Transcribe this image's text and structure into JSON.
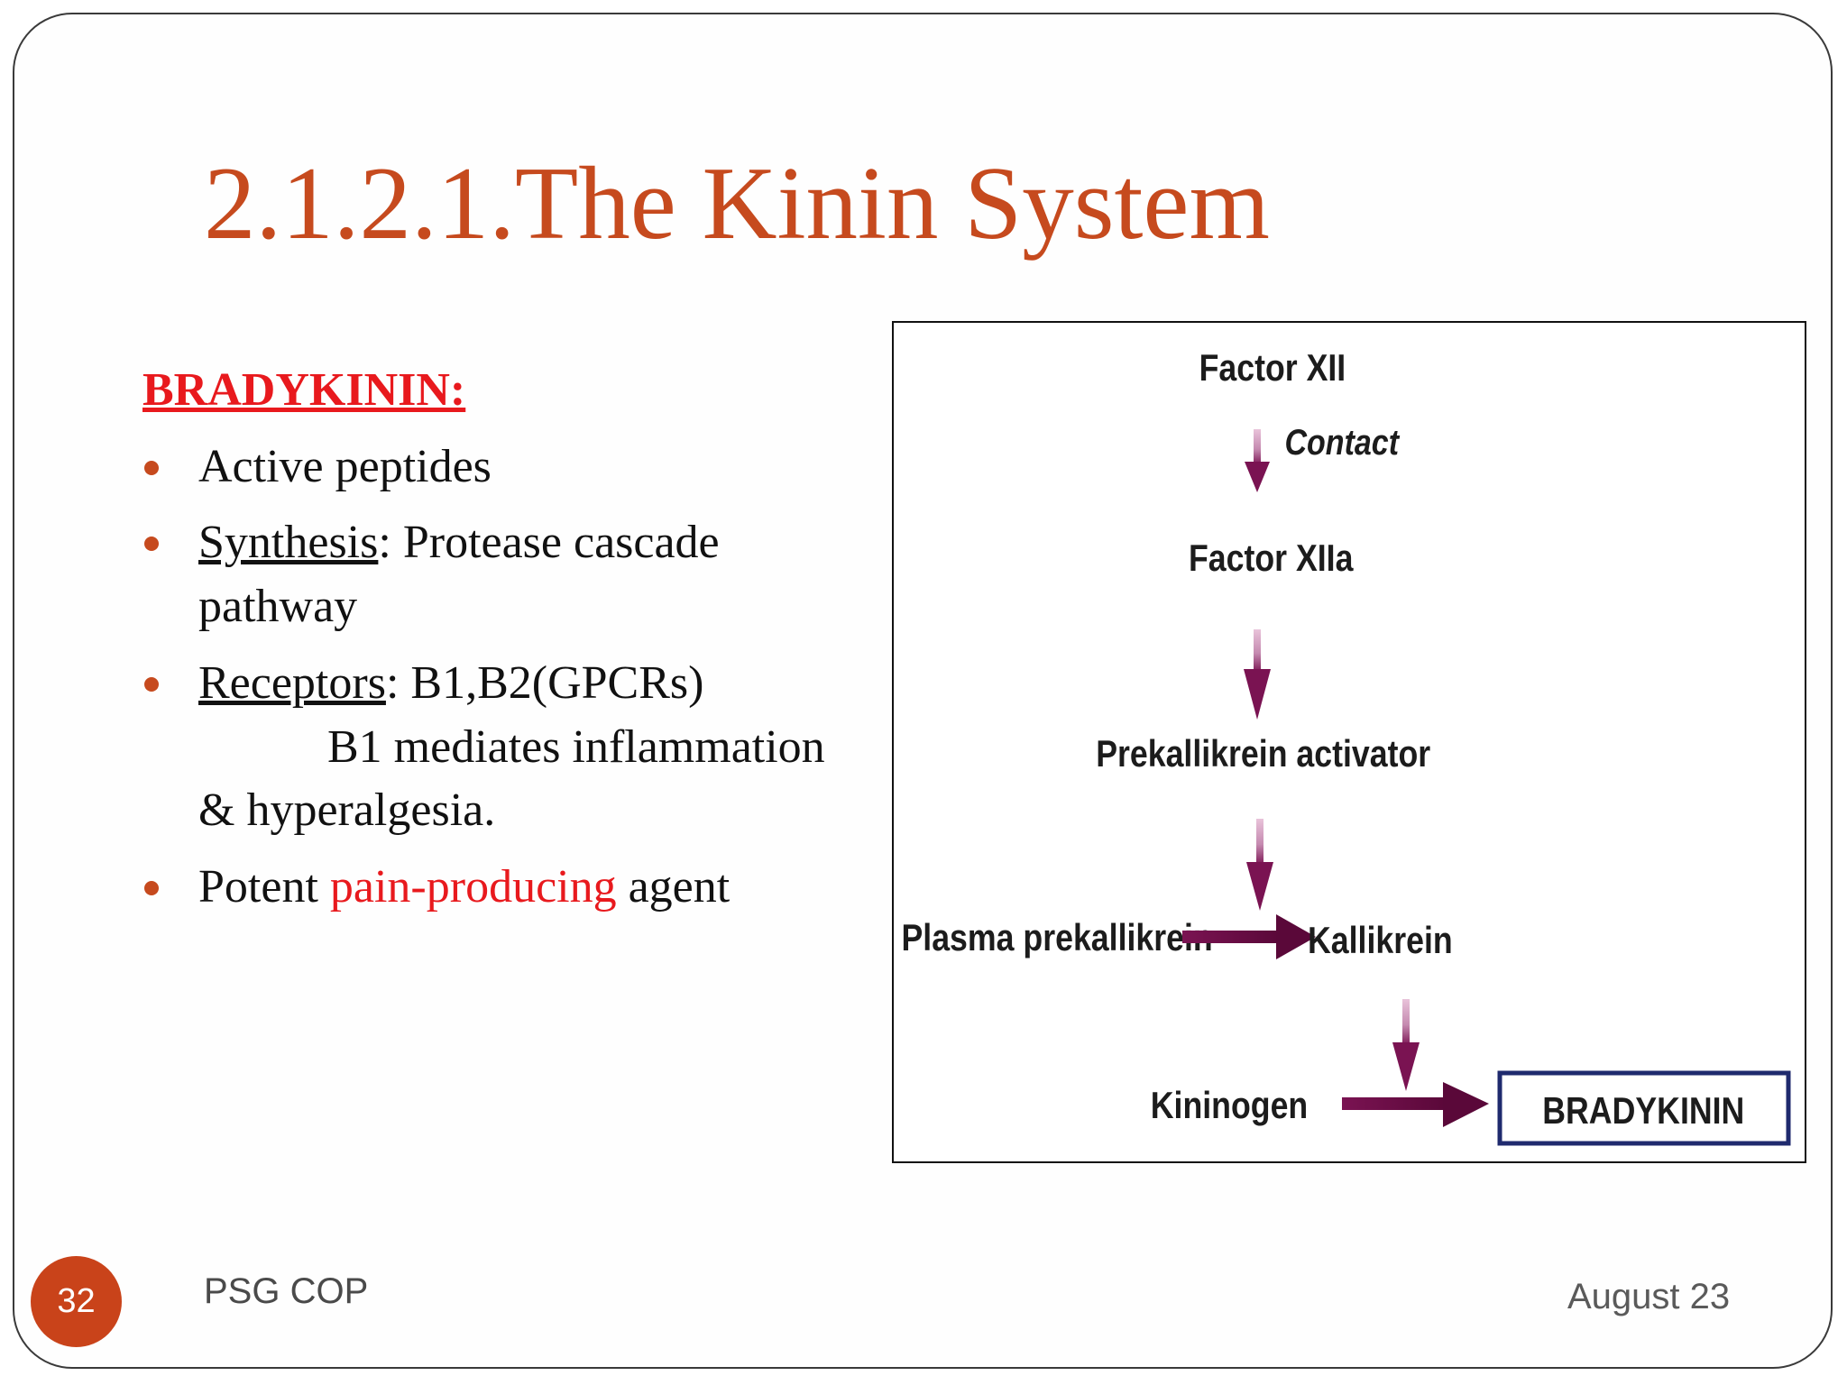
{
  "title": "2.1.2.1.The Kinin System",
  "heading": "BRADYKININ:",
  "bullets": {
    "b1": "Active peptides",
    "b2_label": "Synthesis",
    "b2_sep": ":  ",
    "b2_text": "Protease cascade pathway",
    "b3_label": "Receptors",
    "b3_sep": ":   ",
    "b3_text": "B1,B2(GPCRs)",
    "b3_sub": "B1 mediates inflammation",
    "b3_sub2": "& hyperalgesia.",
    "b4_pre": "Potent ",
    "b4_red": "pain-producing",
    "b4_post": " agent"
  },
  "diagram": {
    "factor_xii": "Factor XII",
    "contact": "Contact",
    "factor_xiia": "Factor XIIa",
    "activator": "Prekallikrein activator",
    "plasma_prekallikrein": "Plasma prekallikrein",
    "kallikrein": "Kallikrein",
    "kininogen": "Kininogen",
    "bradykinin": "BRADYKININ",
    "colors": {
      "arrow_dark": "#6a0b45",
      "arrow_light": "#c58ab0",
      "box_border": "#1f2a6e"
    }
  },
  "footer": {
    "page_number": "32",
    "left": "PSG COP",
    "right": "August 23"
  },
  "colors": {
    "title": "#c64a1e",
    "accent_red": "#e8191d",
    "bullet": "#c64a1e"
  }
}
